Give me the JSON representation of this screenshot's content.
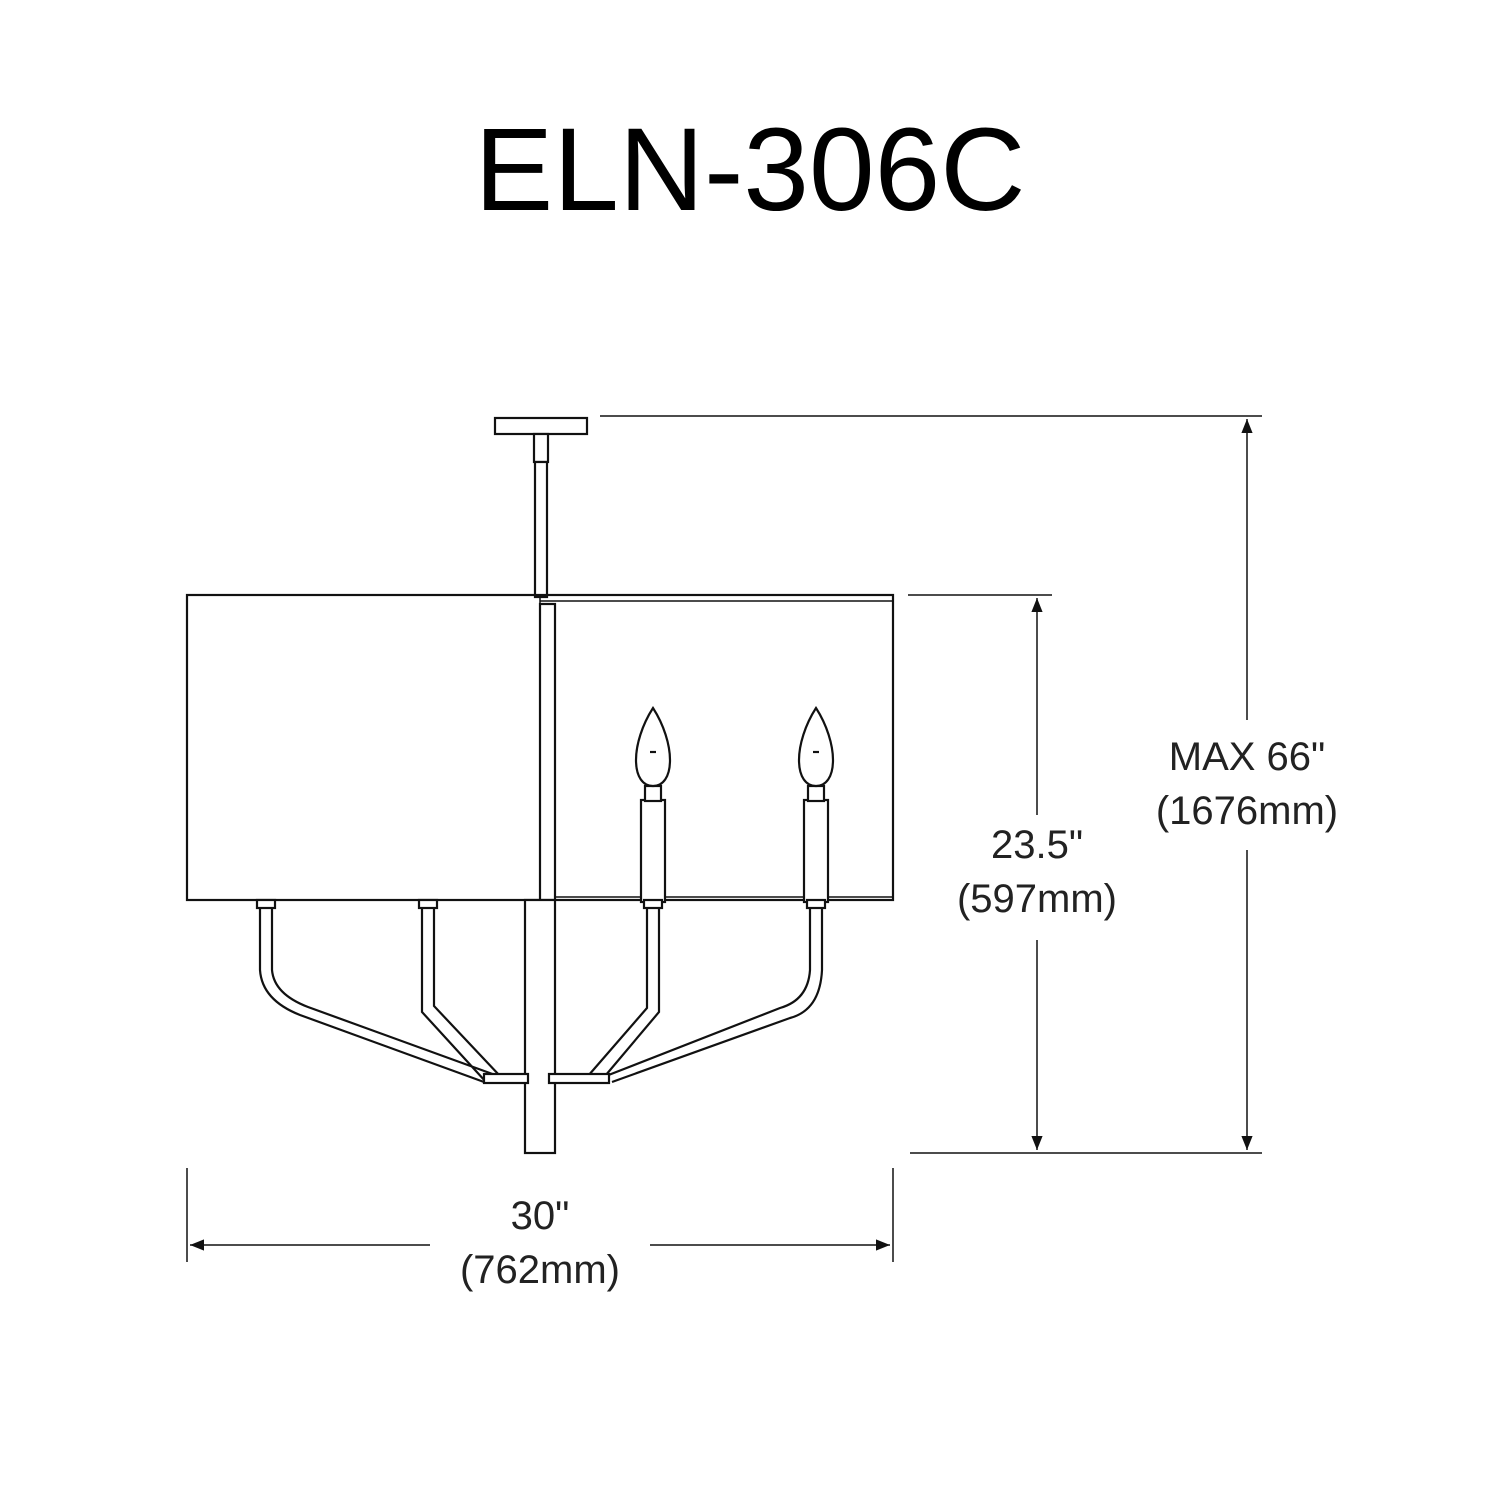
{
  "title": "ELN-306C",
  "dimensions": {
    "width": {
      "imperial": "30\"",
      "metric": "(762mm)"
    },
    "body_height": {
      "imperial": "23.5\"",
      "metric": "(597mm)"
    },
    "max_height": {
      "imperial": "MAX 66\"",
      "metric": "(1676mm)"
    }
  }
}
